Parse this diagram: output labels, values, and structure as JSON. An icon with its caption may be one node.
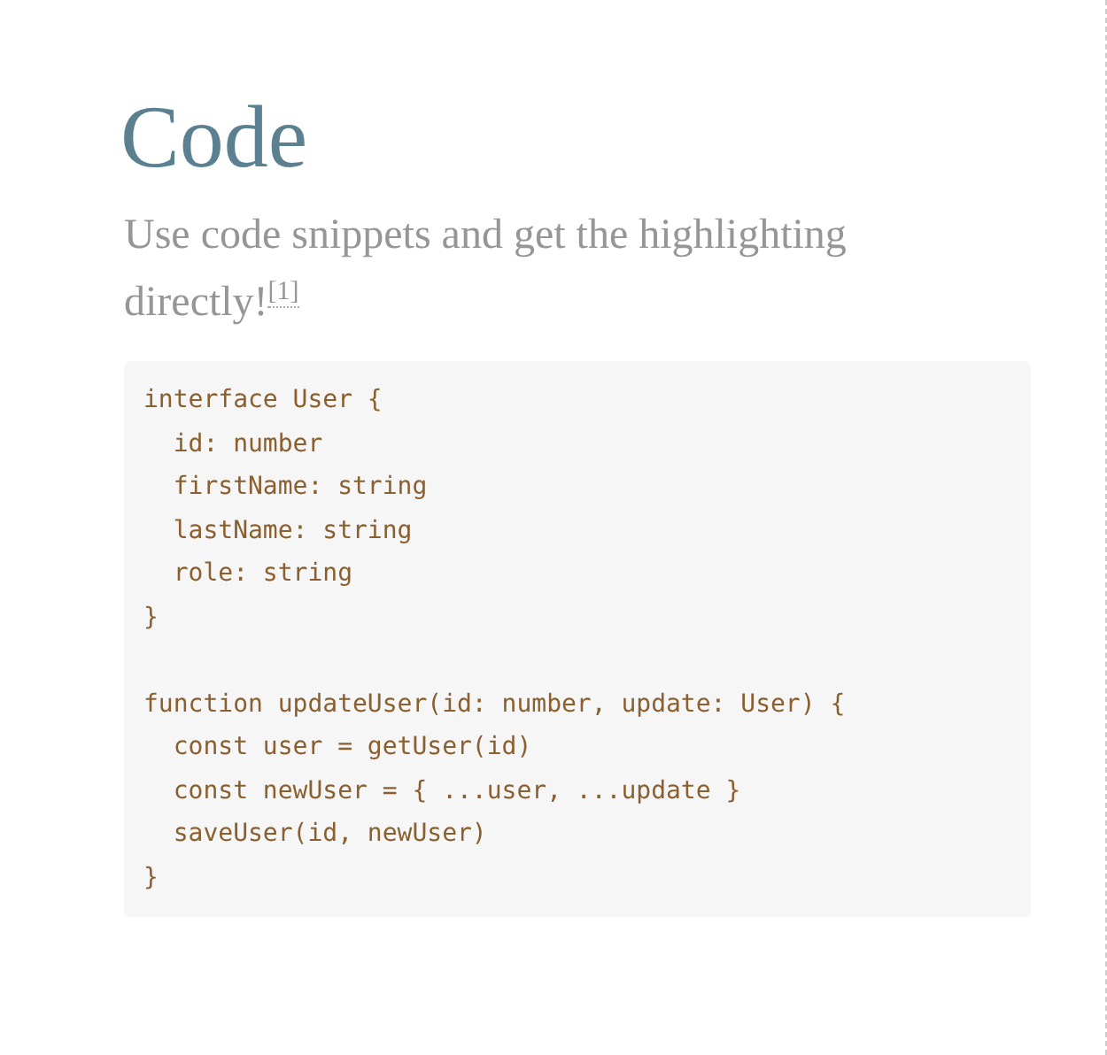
{
  "diagram": {
    "title": "Code",
    "caption": "Use code snippets and get the highlighting directly!$^{[1]}$",
    "labels": [
      "interface User {",
      "  id: number",
      "  firstName: string",
      "  lastName: string",
      "  role: string",
      "}",
      "function updateUser(id: number, update: User) {",
      "  const user = getUser(id)",
      "  const newUser = { ...user, ...update }",
      "  saveUser(id, newUser)",
      "}"
    ]
  }
}
